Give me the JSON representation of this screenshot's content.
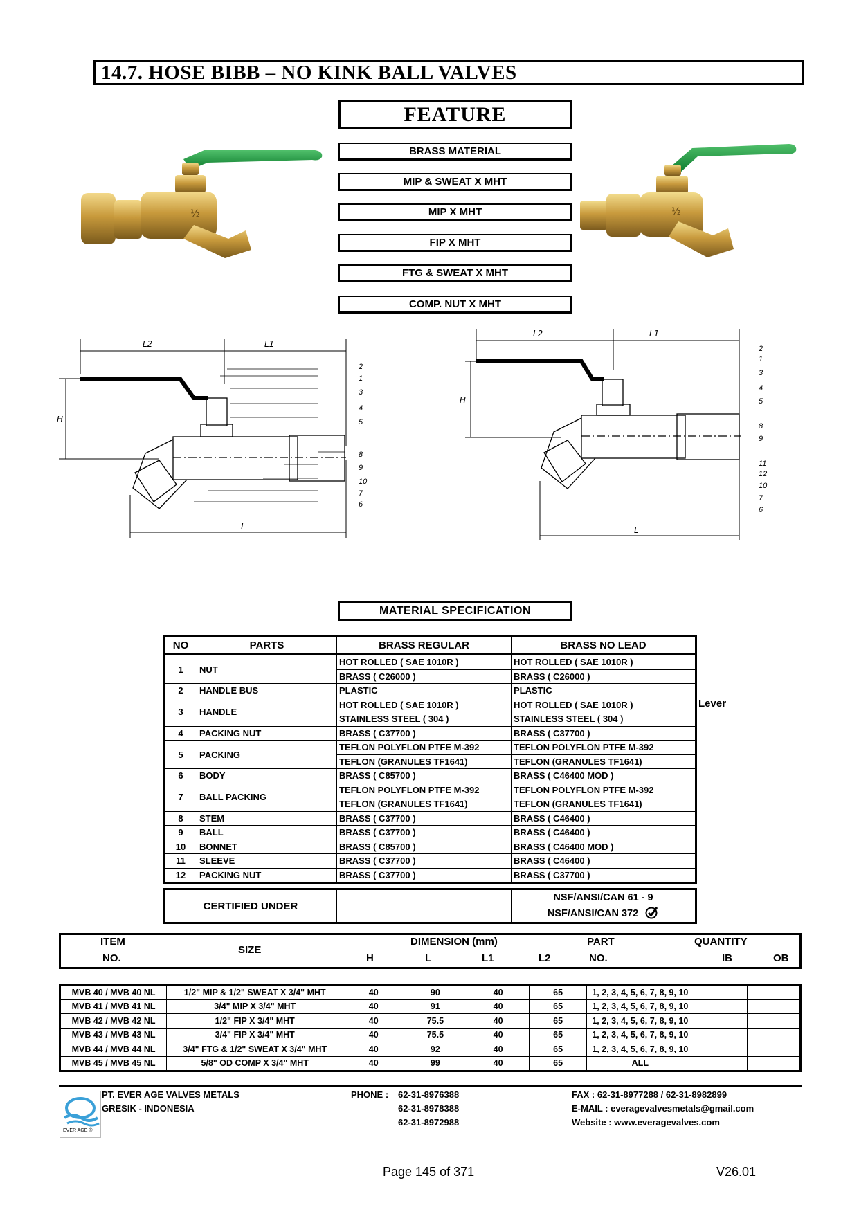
{
  "title": "14.7.  HOSE BIBB – NO KINK BALL VALVES",
  "feature": {
    "heading": "FEATURE",
    "items": [
      "BRASS MATERIAL",
      "MIP & SWEAT X MHT",
      "MIP X MHT",
      "FIP X MHT",
      "FTG & SWEAT X MHT",
      "COMP. NUT X MHT"
    ]
  },
  "drawings": {
    "left": {
      "l2": "L2",
      "l1": "L1",
      "h": "H",
      "l": "L",
      "callouts": [
        "2",
        "1",
        "3",
        "4",
        "5",
        "8",
        "9",
        "10",
        "7",
        "6"
      ]
    },
    "right": {
      "l2": "L2",
      "l1": "L1",
      "h": "H",
      "l": "L",
      "callouts": [
        "2",
        "1",
        "3",
        "4",
        "5",
        "8",
        "9",
        "11",
        "12",
        "10",
        "7",
        "6"
      ]
    }
  },
  "material_spec": {
    "heading": "MATERIAL SPECIFICATION",
    "columns": [
      "NO",
      "PARTS",
      "BRASS REGULAR",
      "BRASS NO LEAD"
    ],
    "rows": [
      {
        "no": "1",
        "part": "NUT",
        "regular": [
          "HOT ROLLED ( SAE 1010R )",
          "BRASS ( C26000 )"
        ],
        "nolead": [
          "HOT ROLLED ( SAE 1010R )",
          "BRASS ( C26000 )"
        ]
      },
      {
        "no": "2",
        "part": "HANDLE BUS",
        "regular": [
          "PLASTIC"
        ],
        "nolead": [
          "PLASTIC"
        ]
      },
      {
        "no": "3",
        "part": "HANDLE",
        "regular": [
          "HOT ROLLED ( SAE 1010R )",
          "STAINLESS STEEL ( 304 )"
        ],
        "nolead": [
          "HOT ROLLED ( SAE 1010R )",
          "STAINLESS STEEL ( 304 )"
        ]
      },
      {
        "no": "4",
        "part": "PACKING NUT",
        "regular": [
          "BRASS ( C37700 )"
        ],
        "nolead": [
          "BRASS ( C37700 )"
        ]
      },
      {
        "no": "5",
        "part": "PACKING",
        "regular": [
          "TEFLON POLYFLON PTFE M-392",
          "TEFLON (GRANULES TF1641)"
        ],
        "nolead": [
          "TEFLON POLYFLON PTFE M-392",
          "TEFLON (GRANULES TF1641)"
        ]
      },
      {
        "no": "6",
        "part": "BODY",
        "regular": [
          "BRASS ( C85700 )"
        ],
        "nolead": [
          "BRASS ( C46400 MOD )"
        ]
      },
      {
        "no": "7",
        "part": "BALL PACKING",
        "regular": [
          "TEFLON POLYFLON PTFE M-392",
          "TEFLON (GRANULES TF1641)"
        ],
        "nolead": [
          "TEFLON POLYFLON PTFE M-392",
          "TEFLON (GRANULES TF1641)"
        ]
      },
      {
        "no": "8",
        "part": "STEM",
        "regular": [
          "BRASS ( C37700 )"
        ],
        "nolead": [
          "BRASS ( C46400 )"
        ]
      },
      {
        "no": "9",
        "part": "BALL",
        "regular": [
          "BRASS ( C37700 )"
        ],
        "nolead": [
          "BRASS ( C46400 )"
        ]
      },
      {
        "no": "10",
        "part": "BONNET",
        "regular": [
          "BRASS ( C85700 )"
        ],
        "nolead": [
          "BRASS ( C46400 MOD )"
        ]
      },
      {
        "no": "11",
        "part": "SLEEVE",
        "regular": [
          "BRASS ( C37700 )"
        ],
        "nolead": [
          "BRASS ( C46400 )"
        ]
      },
      {
        "no": "12",
        "part": "PACKING NUT",
        "regular": [
          "BRASS ( C37700 )"
        ],
        "nolead": [
          "BRASS ( C37700 )"
        ]
      }
    ],
    "side_note": "Lever"
  },
  "certification": {
    "label": "CERTIFIED UNDER",
    "standard_1": "NSF/ANSI/CAN 61 - 9",
    "standard_2": "NSF/ANSI/CAN 372"
  },
  "dimension_table": {
    "headers": {
      "item_1": "ITEM",
      "item_2": "NO.",
      "size": "SIZE",
      "dimension": "DIMENSION (mm)",
      "h": "H",
      "l": "L",
      "l1": "L1",
      "l2": "L2",
      "part_1": "PART",
      "part_2": "NO.",
      "quantity": "QUANTITY",
      "ib": "IB",
      "ob": "OB"
    },
    "rows": [
      {
        "item": "MVB 40 / MVB 40 NL",
        "size": "1/2\" MIP & 1/2\" SWEAT X 3/4\" MHT",
        "h": "40",
        "l": "90",
        "l1": "40",
        "l2": "65",
        "parts": "1, 2, 3, 4, 5, 6, 7, 8, 9, 10",
        "ib": "",
        "ob": ""
      },
      {
        "item": "MVB 41 / MVB 41 NL",
        "size": "3/4\" MIP X 3/4\" MHT",
        "h": "40",
        "l": "91",
        "l1": "40",
        "l2": "65",
        "parts": "1, 2, 3, 4, 5, 6, 7, 8, 9, 10",
        "ib": "",
        "ob": ""
      },
      {
        "item": "MVB 42 / MVB 42 NL",
        "size": "1/2\" FIP X 3/4\" MHT",
        "h": "40",
        "l": "75.5",
        "l1": "40",
        "l2": "65",
        "parts": "1, 2, 3, 4, 5, 6, 7, 8, 9, 10",
        "ib": "",
        "ob": ""
      },
      {
        "item": "MVB 43 / MVB 43 NL",
        "size": "3/4\" FIP X 3/4\" MHT",
        "h": "40",
        "l": "75.5",
        "l1": "40",
        "l2": "65",
        "parts": "1, 2, 3, 4, 5, 6, 7, 8, 9, 10",
        "ib": "",
        "ob": ""
      },
      {
        "item": "MVB 44 / MVB 44 NL",
        "size": "3/4\" FTG & 1/2\" SWEAT X 3/4\" MHT",
        "h": "40",
        "l": "92",
        "l1": "40",
        "l2": "65",
        "parts": "1, 2, 3, 4, 5, 6, 7, 8, 9, 10",
        "ib": "",
        "ob": ""
      },
      {
        "item": "MVB 45 / MVB 45 NL",
        "size": "5/8\" OD COMP X 3/4\" MHT",
        "h": "40",
        "l": "99",
        "l1": "40",
        "l2": "65",
        "parts": "ALL",
        "ib": "",
        "ob": ""
      }
    ]
  },
  "footer": {
    "logo_text": "EVER AGE ®",
    "company": "PT. EVER AGE VALVES METALS",
    "location": "GRESIK - INDONESIA",
    "phone_label": "PHONE :",
    "phones": [
      "62-31-8976388",
      "62-31-8978388",
      "62-31-8972988"
    ],
    "fax": "FAX  : 62-31-8977288 / 62-31-8982899",
    "email": "E-MAIL  : everagevalvesmetals@gmail.com",
    "website": "Website  : www.everagevalves.com",
    "page": "Page 145 of 371",
    "version": "V26.01"
  }
}
